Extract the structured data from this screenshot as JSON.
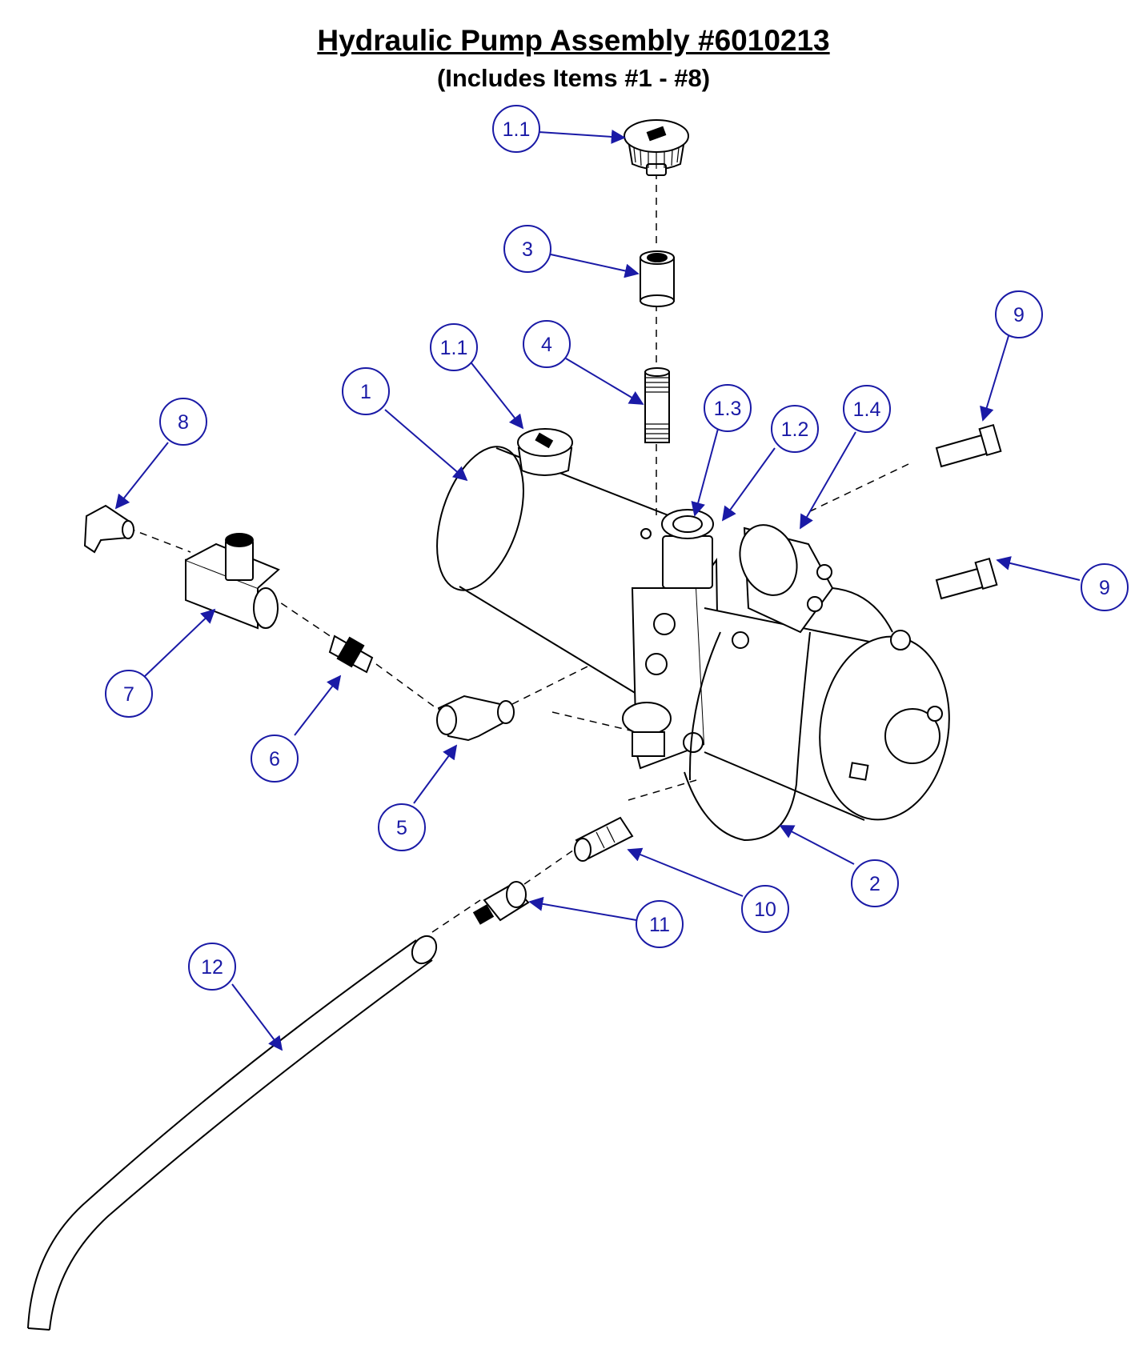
{
  "title": "Hydraulic Pump Assembly #6010213",
  "subtitle": "(Includes Items #1 - #8)",
  "colors": {
    "callout": "#1a1aa6",
    "line": "#000000",
    "background": "#ffffff"
  },
  "callouts": [
    {
      "id": "c-1-1-top",
      "label": "1.1"
    },
    {
      "id": "c-3",
      "label": "3"
    },
    {
      "id": "c-1-1",
      "label": "1.1"
    },
    {
      "id": "c-4",
      "label": "4"
    },
    {
      "id": "c-1",
      "label": "1"
    },
    {
      "id": "c-1-3",
      "label": "1.3"
    },
    {
      "id": "c-1-2",
      "label": "1.2"
    },
    {
      "id": "c-1-4",
      "label": "1.4"
    },
    {
      "id": "c-9-top",
      "label": "9"
    },
    {
      "id": "c-8",
      "label": "8"
    },
    {
      "id": "c-9",
      "label": "9"
    },
    {
      "id": "c-7",
      "label": "7"
    },
    {
      "id": "c-6",
      "label": "6"
    },
    {
      "id": "c-5",
      "label": "5"
    },
    {
      "id": "c-2",
      "label": "2"
    },
    {
      "id": "c-10",
      "label": "10"
    },
    {
      "id": "c-11",
      "label": "11"
    },
    {
      "id": "c-12",
      "label": "12"
    }
  ]
}
